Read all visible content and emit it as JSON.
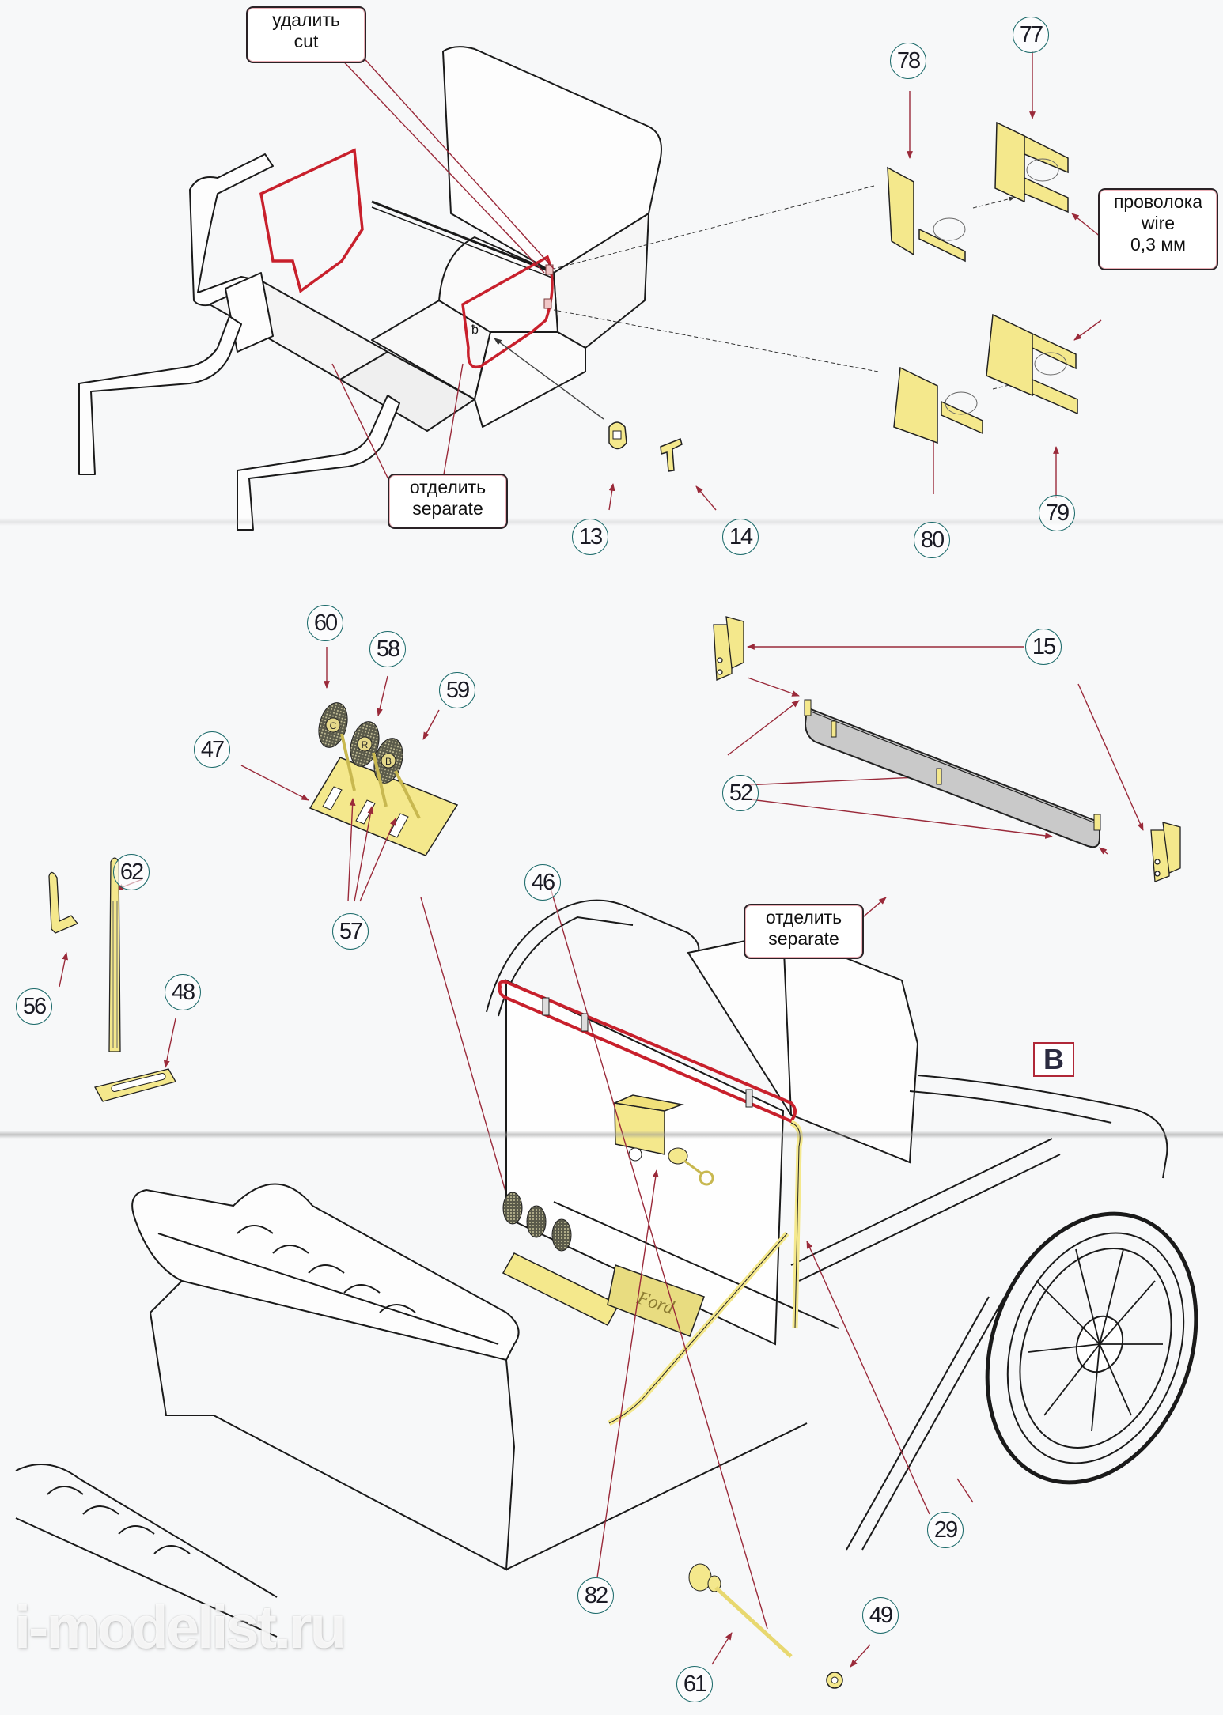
{
  "document": {
    "type": "model kit photo-etch assembly instruction sheet",
    "watermark": "i-modelist.ru"
  },
  "colors": {
    "photo_etch_part": "#f4e88c",
    "cut_outline": "#c8202c",
    "leader_line": "#9a2a3a",
    "callout_circle_border": "#1d6b6b",
    "reference_box_border": "#b02838",
    "pedal_pad": "#4a4a40",
    "fender_gray": "#c9c9c9"
  },
  "callouts": {
    "cut": {
      "ru": "удалить",
      "en": "cut"
    },
    "separate_top": {
      "ru": "отделить",
      "en": "separate"
    },
    "wire": {
      "ru": "проволока",
      "en": "wire",
      "spec": "0,3 мм"
    },
    "separate_bottom": {
      "ru": "отделить",
      "en": "separate"
    }
  },
  "reference_label": "B",
  "part_numbers": {
    "p78": "78",
    "p77": "77",
    "p80": "80",
    "p79": "79",
    "p13": "13",
    "p14": "14",
    "p60": "60",
    "p58": "58",
    "p59": "59",
    "p47": "47",
    "p57": "57",
    "p15": "15",
    "p52": "52",
    "p62": "62",
    "p56": "56",
    "p48": "48",
    "p46": "46",
    "p29": "29",
    "p82": "82",
    "p49": "49",
    "p61": "61"
  },
  "pedal_letters": [
    "C",
    "R",
    "B"
  ],
  "floor_plate_text": "Ford"
}
